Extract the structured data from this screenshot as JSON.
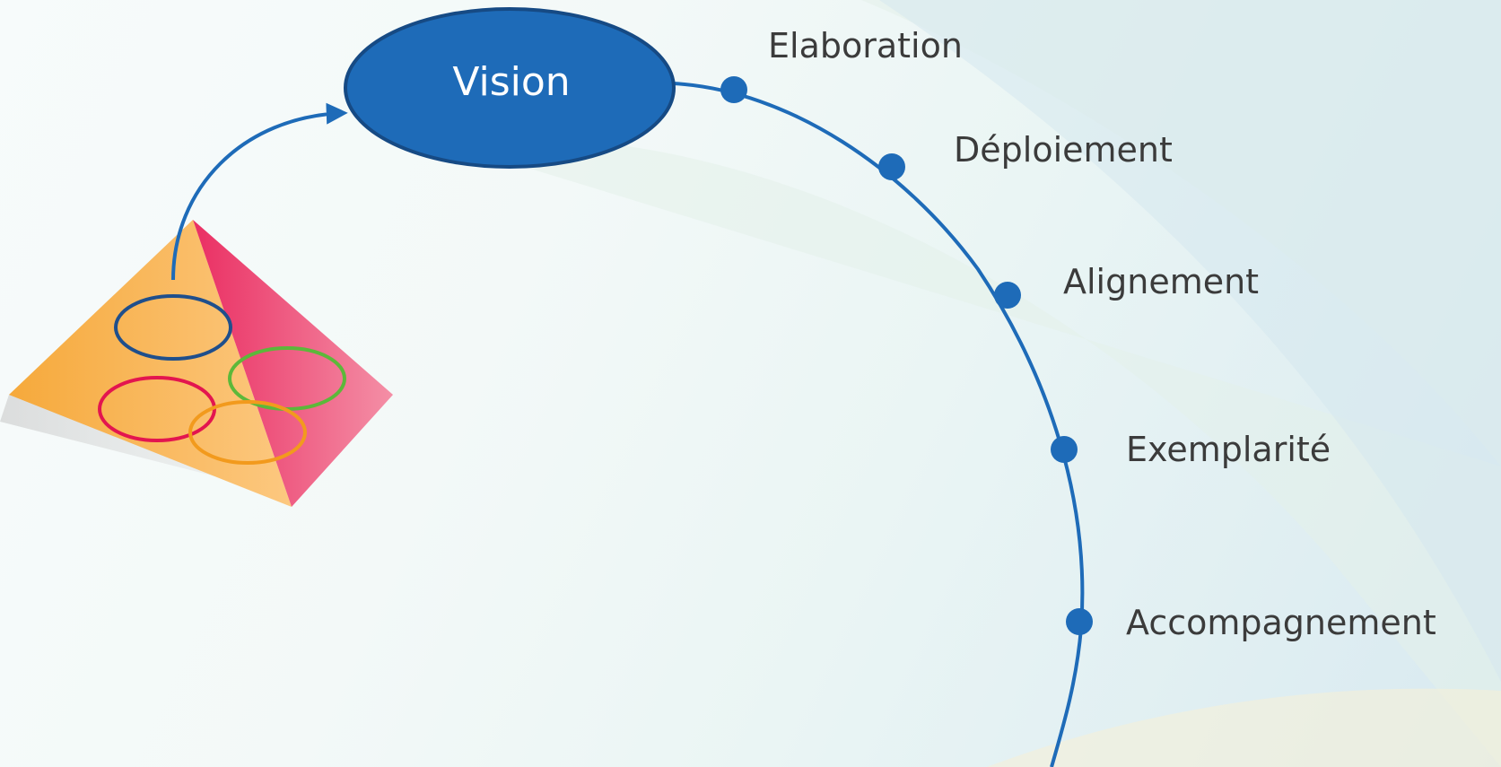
{
  "diagram": {
    "central_node": "Vision",
    "steps": [
      "Elaboration",
      "Déploiement",
      "Alignement",
      "Exemplarité",
      "Accompagnement"
    ]
  },
  "colors": {
    "primary_blue": "#1e6bb8",
    "node_border": "#164a84",
    "label_text": "#3b3b3b",
    "pyramid_left": "#f9b560",
    "pyramid_right": "#ee5a80",
    "ring_blue": "#1f4f8c",
    "ring_red": "#e3154f",
    "ring_green": "#5cb83a",
    "ring_orange": "#f29a1d"
  },
  "icons": [
    "pyramid-icon",
    "arrow-icon"
  ]
}
